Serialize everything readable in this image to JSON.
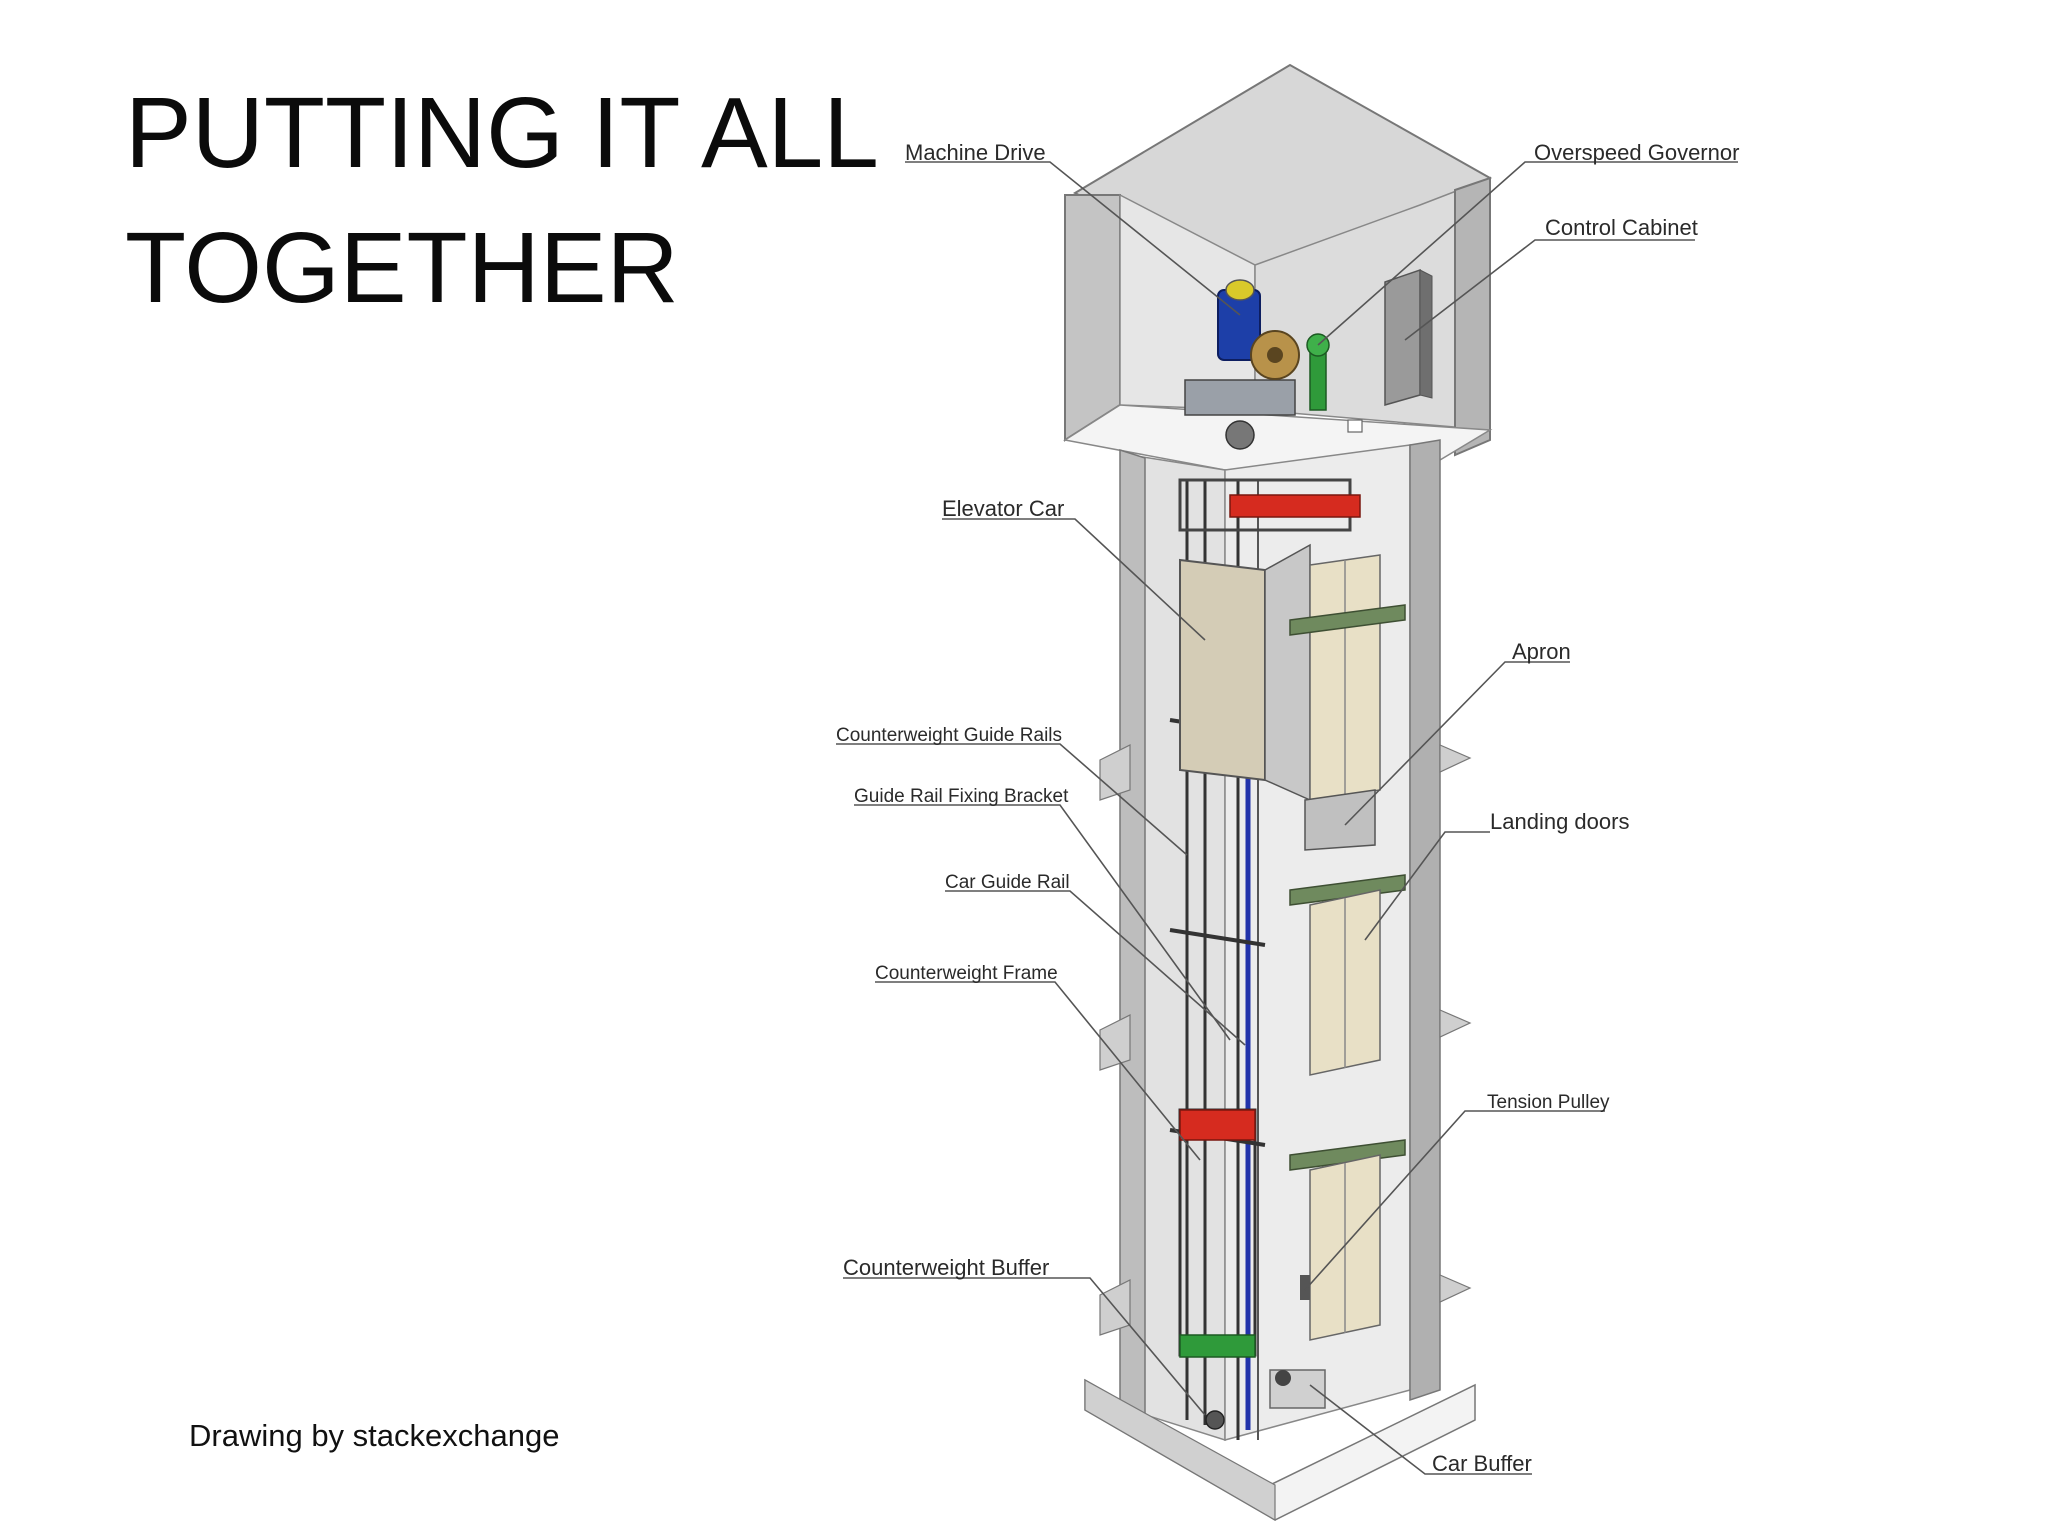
{
  "slide": {
    "title_line1": "PUTTING IT ALL",
    "title_line2": "TOGETHER",
    "credit": "Drawing by stackexchange"
  },
  "labels": {
    "machine_drive": "Machine Drive",
    "overspeed_governor": "Overspeed Governor",
    "control_cabinet": "Control Cabinet",
    "elevator_car": "Elevator Car",
    "apron": "Apron",
    "counterweight_guide_rails": "Counterweight Guide Rails",
    "guide_rail_fixing_bracket": "Guide Rail Fixing Bracket",
    "landing_doors": "Landing doors",
    "car_guide_rail": "Car Guide Rail",
    "counterweight_frame": "Counterweight Frame",
    "tension_pulley": "Tension Pulley",
    "counterweight_buffer": "Counterweight Buffer",
    "car_buffer": "Car Buffer"
  },
  "colors": {
    "concrete": "#d9d9d9",
    "concrete_dark": "#a9a9a9",
    "door_panel": "#e8e0c6",
    "door_header": "#6f8a5e",
    "motor": "#1d3fa8",
    "counterweight_red": "#d62b1f",
    "rope_blue": "#2233aa",
    "buffer_green": "#2f9a3a"
  }
}
